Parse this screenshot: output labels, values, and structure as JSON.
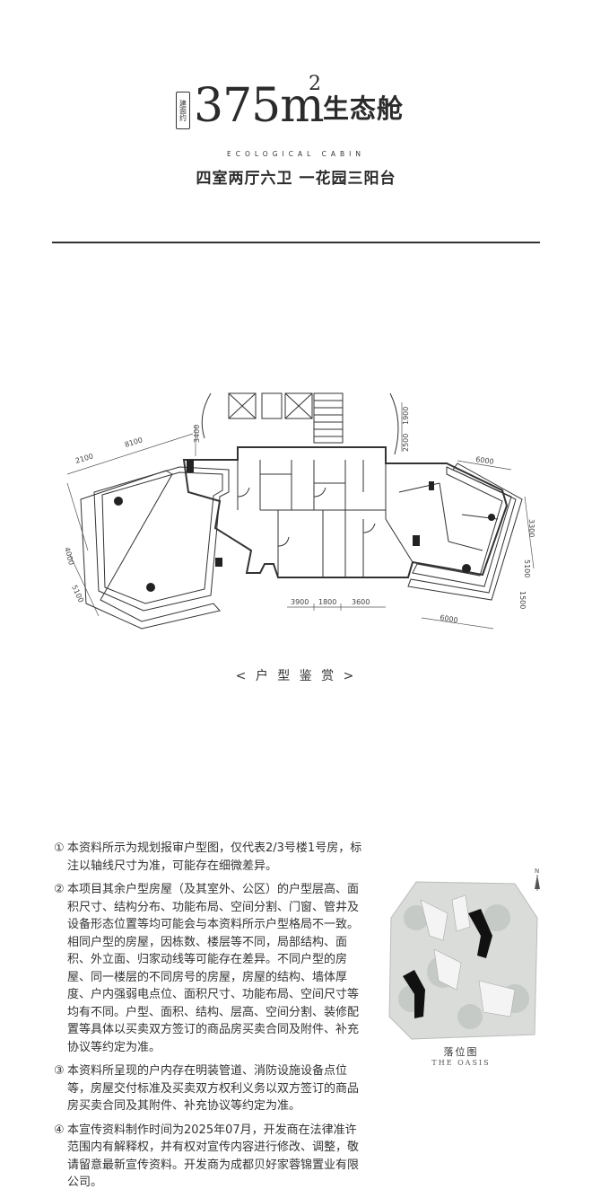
{
  "header": {
    "badge": "建面约",
    "area": "375m",
    "area_sup": "2",
    "title": "生态舱",
    "subtitle_en": "ECOLOGICAL CABIN",
    "subtitle_cn": "四室两厅六卫 一花园三阳台"
  },
  "floorplan": {
    "dimensions": {
      "top_left_a": "2100",
      "top_left_b": "8100",
      "top_center_a": "3400",
      "top_center_b": "2500",
      "top_center_c": "1900",
      "top_right": "6000",
      "left_a": "4000",
      "left_b": "5100",
      "right_a": "3300",
      "right_b": "5100",
      "right_c": "1500",
      "bottom_a": "3900",
      "bottom_b": "1800",
      "bottom_c": "3600",
      "bottom_right": "6000"
    },
    "caption": "< 户 型 鉴 赏 >"
  },
  "notes": [
    {
      "num": "①",
      "text": "本资料所示为规划报审户型图，仅代表2/3号楼1号房，标注以轴线尺寸为准，可能存在细微差异。"
    },
    {
      "num": "②",
      "text": "本项目其余户型房屋（及其室外、公区）的户型层高、面积尺寸、结构分布、功能布局、空间分割、门窗、管井及设备形态位置等均可能会与本资料所示户型格局不一致。相同户型的房屋，因栋数、楼层等不同，局部结构、面积、外立面、归家动线等可能存在差异。不同户型的房屋、同一楼层的不同房号的房屋，房屋的结构、墙体厚度、户内强弱电点位、面积尺寸、功能布局、空间尺寸等均有不同。户型、面积、结构、层高、空间分割、装修配置等具体以买卖双方签订的商品房买卖合同及附件、补充协议等约定为准。"
    },
    {
      "num": "③",
      "text": "本资料所呈现的户内存在明装管道、消防设施设备点位等，房屋交付标准及买卖双方权利义务以双方签订的商品房买卖合同及其附件、补充协议等约定为准。"
    },
    {
      "num": "④",
      "text": "本宣传资料制作时间为2025年07月，开发商在法律准许范围内有解释权，并有权对宣传内容进行修改、调整，敬请留意最新宣传资料。开发商为成都贝好家蓉锦置业有限公司。"
    }
  ],
  "site_map": {
    "north": "N",
    "caption": "落位图",
    "caption_en": "THE OASIS"
  }
}
